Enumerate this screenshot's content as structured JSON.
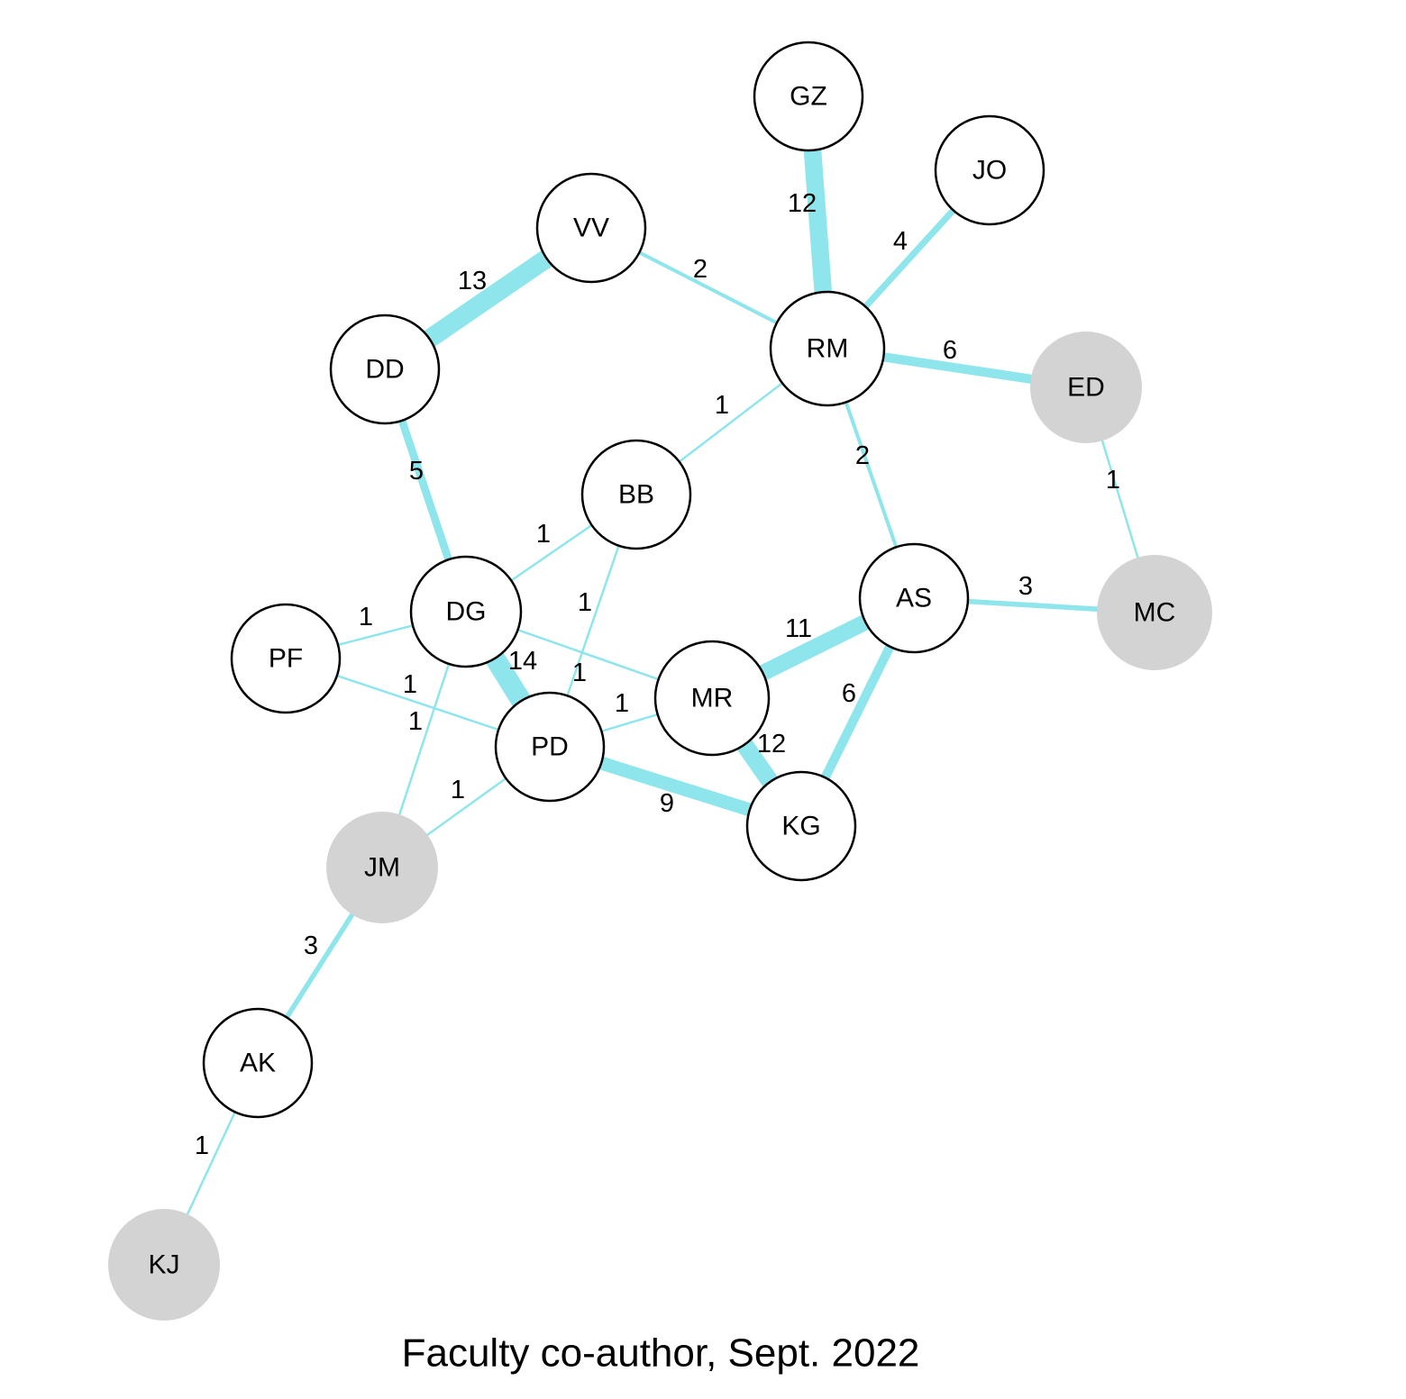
{
  "caption": "Faculty co-author, Sept. 2022",
  "colors": {
    "edge": "#8fe5ec",
    "node_fill": "#ffffff",
    "node_fill_external": "#d3d3d3",
    "node_stroke": "#000000"
  },
  "nodes": [
    {
      "id": "GZ",
      "label": "GZ",
      "external": false
    },
    {
      "id": "JO",
      "label": "JO",
      "external": false
    },
    {
      "id": "VV",
      "label": "VV",
      "external": false
    },
    {
      "id": "RM",
      "label": "RM",
      "external": false
    },
    {
      "id": "DD",
      "label": "DD",
      "external": false
    },
    {
      "id": "ED",
      "label": "ED",
      "external": true
    },
    {
      "id": "BB",
      "label": "BB",
      "external": false
    },
    {
      "id": "DG",
      "label": "DG",
      "external": false
    },
    {
      "id": "AS",
      "label": "AS",
      "external": false
    },
    {
      "id": "MC",
      "label": "MC",
      "external": true
    },
    {
      "id": "PF",
      "label": "PF",
      "external": false
    },
    {
      "id": "MR",
      "label": "MR",
      "external": false
    },
    {
      "id": "PD",
      "label": "PD",
      "external": false
    },
    {
      "id": "KG",
      "label": "KG",
      "external": false
    },
    {
      "id": "JM",
      "label": "JM",
      "external": true
    },
    {
      "id": "AK",
      "label": "AK",
      "external": false
    },
    {
      "id": "KJ",
      "label": "KJ",
      "external": true
    }
  ],
  "edges": [
    {
      "source": "GZ",
      "target": "RM",
      "weight": 12
    },
    {
      "source": "JO",
      "target": "RM",
      "weight": 4
    },
    {
      "source": "VV",
      "target": "RM",
      "weight": 2
    },
    {
      "source": "DD",
      "target": "VV",
      "weight": 13
    },
    {
      "source": "RM",
      "target": "ED",
      "weight": 6
    },
    {
      "source": "RM",
      "target": "BB",
      "weight": 1
    },
    {
      "source": "RM",
      "target": "AS",
      "weight": 2
    },
    {
      "source": "ED",
      "target": "MC",
      "weight": 1
    },
    {
      "source": "DD",
      "target": "DG",
      "weight": 5
    },
    {
      "source": "BB",
      "target": "DG",
      "weight": 1
    },
    {
      "source": "BB",
      "target": "PD",
      "weight": 1
    },
    {
      "source": "AS",
      "target": "MC",
      "weight": 3
    },
    {
      "source": "AS",
      "target": "MR",
      "weight": 11
    },
    {
      "source": "AS",
      "target": "KG",
      "weight": 6
    },
    {
      "source": "PF",
      "target": "DG",
      "weight": 1
    },
    {
      "source": "PF",
      "target": "PD",
      "weight": 1
    },
    {
      "source": "DG",
      "target": "PD",
      "weight": 14
    },
    {
      "source": "DG",
      "target": "MR",
      "weight": 1
    },
    {
      "source": "DG",
      "target": "JM",
      "weight": 1
    },
    {
      "source": "PD",
      "target": "MR",
      "weight": 1
    },
    {
      "source": "MR",
      "target": "KG",
      "weight": 12
    },
    {
      "source": "PD",
      "target": "KG",
      "weight": 9
    },
    {
      "source": "PD",
      "target": "JM",
      "weight": 1
    },
    {
      "source": "JM",
      "target": "AK",
      "weight": 3
    },
    {
      "source": "AK",
      "target": "KJ",
      "weight": 1
    }
  ]
}
